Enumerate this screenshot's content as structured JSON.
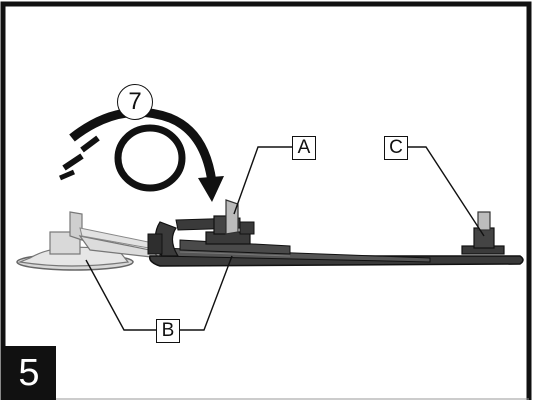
{
  "step": {
    "number": "5"
  },
  "rotation": {
    "label": "7"
  },
  "callouts": {
    "a": "A",
    "b": "B",
    "c": "C"
  },
  "colors": {
    "frame": "#111111",
    "part_dark": "#3a3a3a",
    "part_light": "#cfcfcf",
    "background": "#ffffff"
  }
}
